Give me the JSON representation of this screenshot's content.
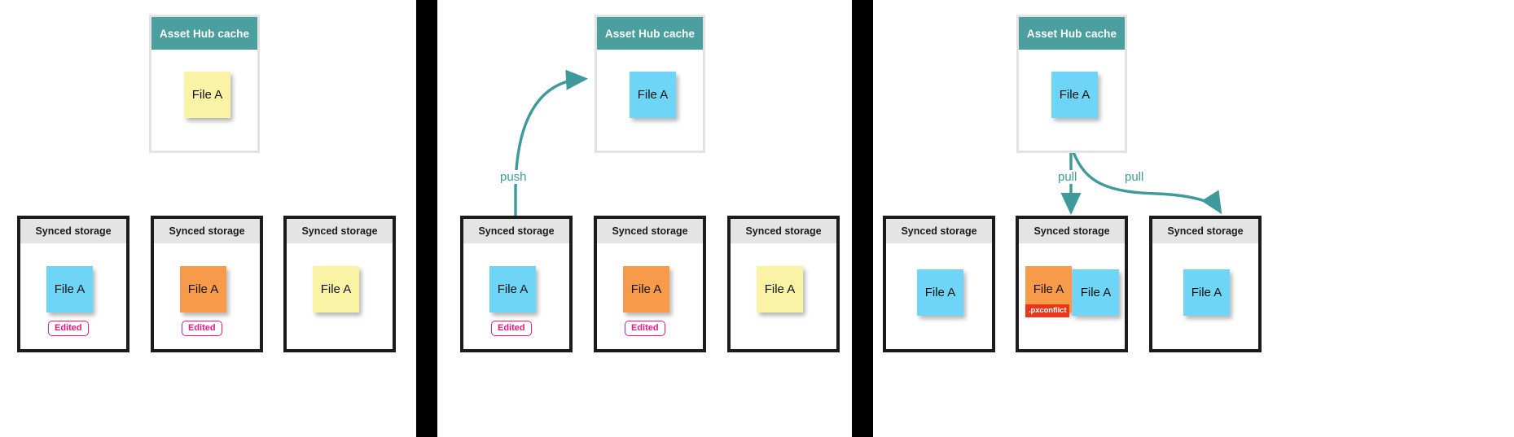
{
  "diagram": {
    "title_hub": "Asset Hub cache",
    "title_store": "Synced storage",
    "file_label": "File A",
    "badge_edited": "Edited",
    "badge_conflict": ".pxconflict",
    "label_push": "push",
    "label_pull": "pull",
    "colors": {
      "hub_header": "#4c9f9f",
      "store_header": "#e4e4e4",
      "note_yellow": "#faf3a6",
      "note_blue": "#6ed5f7",
      "note_orange": "#f79a4a",
      "badge_edited": "#e3197d",
      "badge_conflict": "#e8371b",
      "arrow": "#3f9a9c",
      "divider": "#000000"
    }
  },
  "panels": [
    {
      "id": "panel-initial",
      "hub": {
        "title": "Asset Hub cache",
        "note": {
          "label": "File A",
          "color": "yellow"
        }
      },
      "stores": [
        {
          "title": "Synced storage",
          "notes": [
            {
              "label": "File A",
              "color": "blue"
            }
          ],
          "badge": "Edited"
        },
        {
          "title": "Synced storage",
          "notes": [
            {
              "label": "File A",
              "color": "orange"
            }
          ],
          "badge": "Edited"
        },
        {
          "title": "Synced storage",
          "notes": [
            {
              "label": "File A",
              "color": "yellow"
            }
          ],
          "badge": null
        }
      ],
      "arrows": []
    },
    {
      "id": "panel-push",
      "hub": {
        "title": "Asset Hub cache",
        "note": {
          "label": "File A",
          "color": "blue"
        }
      },
      "stores": [
        {
          "title": "Synced storage",
          "notes": [
            {
              "label": "File A",
              "color": "blue"
            }
          ],
          "badge": "Edited"
        },
        {
          "title": "Synced storage",
          "notes": [
            {
              "label": "File A",
              "color": "orange"
            }
          ],
          "badge": "Edited"
        },
        {
          "title": "Synced storage",
          "notes": [
            {
              "label": "File A",
              "color": "yellow"
            }
          ],
          "badge": null
        }
      ],
      "arrows": [
        {
          "label": "push",
          "from": "store-1",
          "to": "hub"
        }
      ]
    },
    {
      "id": "panel-pull",
      "hub": {
        "title": "Asset Hub cache",
        "note": {
          "label": "File A",
          "color": "blue"
        }
      },
      "stores": [
        {
          "title": "Synced storage",
          "notes": [
            {
              "label": "File A",
              "color": "blue"
            }
          ],
          "badge": null
        },
        {
          "title": "Synced storage",
          "notes": [
            {
              "label": "File A",
              "color": "orange",
              "conflict": ".pxconflict"
            },
            {
              "label": "File A",
              "color": "blue"
            }
          ],
          "badge": null
        },
        {
          "title": "Synced storage",
          "notes": [
            {
              "label": "File A",
              "color": "blue"
            }
          ],
          "badge": null
        }
      ],
      "arrows": [
        {
          "label": "pull",
          "from": "hub",
          "to": "store-2"
        },
        {
          "label": "pull",
          "from": "hub",
          "to": "store-3"
        }
      ]
    }
  ]
}
